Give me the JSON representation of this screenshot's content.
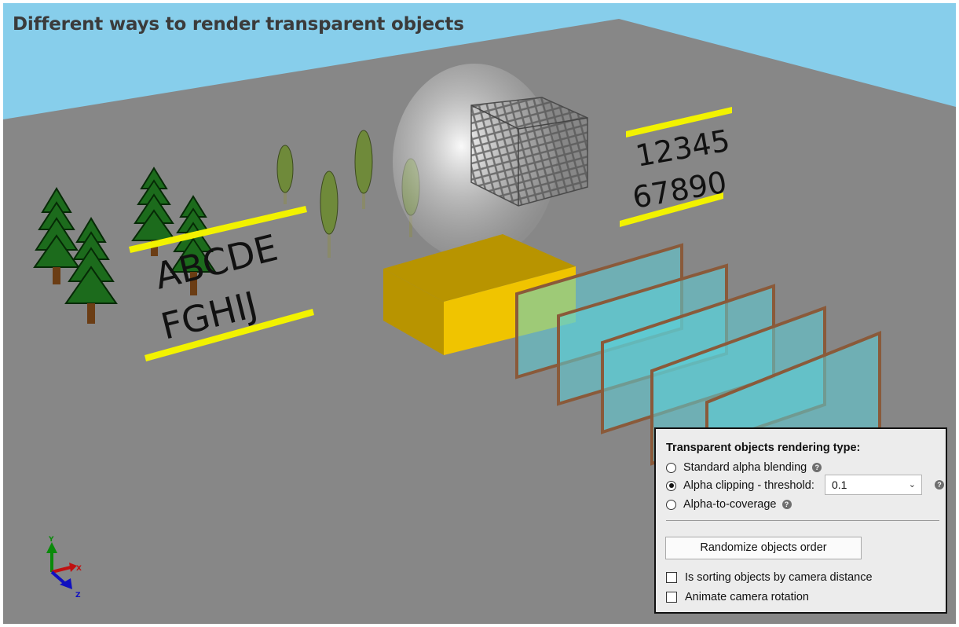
{
  "page_title": "Different ways to render transparent objects",
  "scene": {
    "text_letters_line1": "ABCDE",
    "text_letters_line2": "FGHIJ",
    "text_numbers_line1": "12345",
    "text_numbers_line2": "67890",
    "axis_labels": {
      "y": "Y",
      "x": "X",
      "z": "Z"
    }
  },
  "colors": {
    "sky": "#87ceeb",
    "floor": "#878787",
    "box_front": "#f0c400",
    "box_top": "#b89400",
    "plane_fill": "#5bd0d8",
    "plane_border": "#8a5a3a",
    "highlight_line": "#f2f200",
    "tree_dark": "#0e4a0e",
    "tree_mid": "#1c7a1c"
  },
  "panel": {
    "title": "Transparent objects rendering type:",
    "options": [
      {
        "label": "Standard alpha blending",
        "selected": false,
        "help_icon": "help-icon"
      },
      {
        "label": "Alpha clipping - threshold:",
        "selected": true
      },
      {
        "label": "Alpha-to-coverage",
        "selected": false,
        "help_icon": "help-icon"
      }
    ],
    "threshold_value": "0.1",
    "help_glyph": "?",
    "randomize_label": "Randomize objects order",
    "checkboxes": [
      {
        "label": "Is sorting objects by camera distance",
        "checked": false
      },
      {
        "label": "Animate camera rotation",
        "checked": false
      }
    ]
  }
}
